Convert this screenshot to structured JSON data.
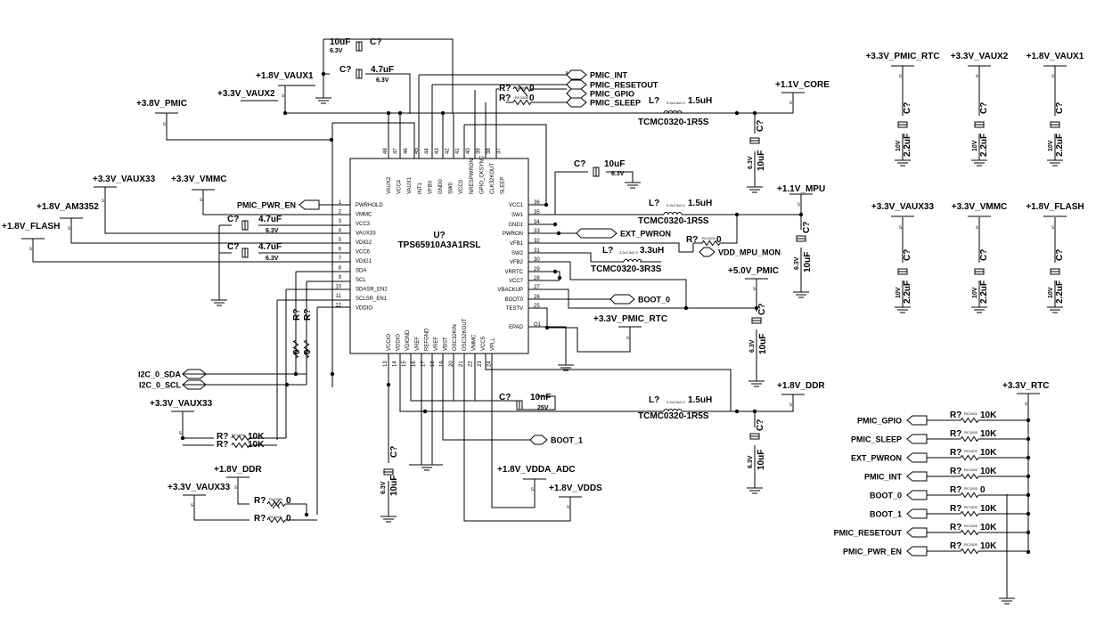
{
  "ic": {
    "refdes": "U?",
    "part": "TPS65910A3A1RSL",
    "left_pins": [
      {
        "num": "1",
        "name": "PWRHOLD"
      },
      {
        "num": "2",
        "name": "VMMC"
      },
      {
        "num": "3",
        "name": "VCC3"
      },
      {
        "num": "4",
        "name": "VAUX33"
      },
      {
        "num": "5",
        "name": "VDIG2"
      },
      {
        "num": "6",
        "name": "VCC6"
      },
      {
        "num": "7",
        "name": "VDIG1"
      },
      {
        "num": "8",
        "name": "SDA"
      },
      {
        "num": "9",
        "name": "SCL"
      },
      {
        "num": "10",
        "name": "SDASR_EN2"
      },
      {
        "num": "11",
        "name": "SCLSR_EN1"
      },
      {
        "num": "12",
        "name": "VDDIO"
      }
    ],
    "right_pins": [
      {
        "num": "36",
        "name": "VCC1"
      },
      {
        "num": "35",
        "name": "SW1"
      },
      {
        "num": "34",
        "name": "GND1"
      },
      {
        "num": "33",
        "name": "PWRON"
      },
      {
        "num": "32",
        "name": "VFB1"
      },
      {
        "num": "31",
        "name": "SW2"
      },
      {
        "num": "30",
        "name": "VFB2"
      },
      {
        "num": "29",
        "name": "VRRTC"
      },
      {
        "num": "28",
        "name": "VCC7"
      },
      {
        "num": "27",
        "name": "VBACKUP"
      },
      {
        "num": "26",
        "name": "BOOT0"
      },
      {
        "num": "25",
        "name": "TESTV"
      },
      {
        "num": "Q1",
        "name": "EPAD"
      }
    ],
    "top_pins": [
      {
        "num": "48",
        "name": "VAUX2"
      },
      {
        "num": "47",
        "name": "VCC4"
      },
      {
        "num": "46",
        "name": "VAUX1"
      },
      {
        "num": "45",
        "name": "INT1"
      },
      {
        "num": "44",
        "name": "VFB0"
      },
      {
        "num": "43",
        "name": "GND0"
      },
      {
        "num": "42",
        "name": "SW0"
      },
      {
        "num": "41",
        "name": "VCC0"
      },
      {
        "num": "40",
        "name": "NRESPWRON"
      },
      {
        "num": "39",
        "name": "GPIO_CKSYNC"
      },
      {
        "num": "38",
        "name": "CLK32KOUT"
      },
      {
        "num": "37",
        "name": "SLEEP"
      }
    ],
    "bottom_pins": [
      {
        "num": "13",
        "name": "VCCIO"
      },
      {
        "num": "14",
        "name": "VDDIO"
      },
      {
        "num": "15",
        "name": "VDIGND"
      },
      {
        "num": "16",
        "name": "VREF"
      },
      {
        "num": "17",
        "name": "REFGND"
      },
      {
        "num": "18",
        "name": "VREF"
      },
      {
        "num": "19",
        "name": "VBST"
      },
      {
        "num": "20",
        "name": "OSC32KIN"
      },
      {
        "num": "21",
        "name": "OSC32KOUT"
      },
      {
        "num": "22",
        "name": "VMMC"
      },
      {
        "num": "23",
        "name": "VCC5"
      },
      {
        "num": "24",
        "name": "VPLL"
      }
    ]
  },
  "power_labels": {
    "vaux1_top": "+1.8V_VAUX1",
    "vaux2": "+3.3V_VAUX2",
    "pmic": "+3.8V_PMIC",
    "vaux33_left": "+3.3V_VAUX33",
    "vmmc_left": "+3.3V_VMMC",
    "am3352": "+1.8V_AM3352",
    "flash_left": "+1.8V_FLASH",
    "core": "+1.1V_CORE",
    "mpu": "+1.1V_MPU",
    "pmic5": "+5.0V_PMIC",
    "pmic_rtc_mid": "+3.3V_PMIC_RTC",
    "ddr_right": "+1.8V_DDR",
    "vaux33_i2c": "+3.3V_VAUX33",
    "ddr_left": "+1.8V_DDR",
    "vaux33_bottom": "+3.3V_VAUX33",
    "vdda_adc": "+1.8V_VDDA_ADC",
    "vdds": "+1.8V_VDDS",
    "rtc": "+3.3V_RTC"
  },
  "ports": {
    "pmic_int": "PMIC_INT",
    "pmic_resetout": "PMIC_RESETOUT",
    "pmic_gpio": "PMIC_GPIO",
    "pmic_sleep": "PMIC_SLEEP",
    "pmic_pwr_en": "PMIC_PWR_EN",
    "ext_pwron": "EXT_PWRON",
    "vdd_mpu_mon": "VDD_MPU_MON",
    "boot0": "BOOT_0",
    "boot1": "BOOT_1",
    "i2c_sda": "I2C_0_SDA",
    "i2c_scl": "I2C_0_SCL"
  },
  "components": {
    "c_top_a": {
      "ref": "C?",
      "value": "10uF",
      "voltage": "6.3V"
    },
    "c_top_b": {
      "ref": "C?",
      "value": "4.7uF",
      "voltage": "6.3V"
    },
    "c_vcc3": {
      "ref": "C?",
      "value": "4.7uF",
      "voltage": "6.3V"
    },
    "c_vcc6": {
      "ref": "C?",
      "value": "4.7uF",
      "voltage": "6.3V"
    },
    "c_gnd1": {
      "ref": "C?",
      "value": "10uF",
      "voltage": "6.3V"
    },
    "c_core": {
      "ref": "C?",
      "value": "10uF",
      "voltage": "6.3V"
    },
    "c_mpu": {
      "ref": "C?",
      "value": "10uF",
      "voltage": "6.3V"
    },
    "c_5v": {
      "ref": "C?",
      "value": "10uF",
      "voltage": "6.3V"
    },
    "c_ddr": {
      "ref": "C?",
      "value": "10uF",
      "voltage": "6.3V"
    },
    "c_vbst": {
      "ref": "C?",
      "value": "10nF",
      "voltage": "25V"
    },
    "c_vccio": {
      "ref": "C?",
      "value": "10uF",
      "voltage": "6.3V"
    },
    "l_core": {
      "ref": "L?",
      "value": "1.5uH",
      "part": "TCMC0320-1R5S",
      "pkg": "3.2x2.5x2.0"
    },
    "l_mpu": {
      "ref": "L?",
      "value": "1.5uH",
      "part": "TCMC0320-1R5S",
      "pkg": "3.2x2.5x2.0"
    },
    "l_sw2": {
      "ref": "L?",
      "value": "3.3uH",
      "part": "TCMC0320-3R3S",
      "pkg": "3.2x2.5x2.0"
    },
    "l_ddr": {
      "ref": "L?",
      "value": "1.5uH",
      "part": "TCMC0320-1R5S",
      "pkg": "3.2x2.5x2.0"
    },
    "r_top1": {
      "ref": "R?",
      "value": "0",
      "pkg": "RC1005"
    },
    "r_top2": {
      "ref": "R?",
      "value": "0",
      "pkg": "RC1005"
    },
    "r_mon": {
      "ref": "R?",
      "value": "0",
      "pkg": "RC1005"
    },
    "r_i2c1": {
      "ref": "R?",
      "value": "0",
      "pkg": "RC1005"
    },
    "r_i2c2": {
      "ref": "R?",
      "value": "0",
      "pkg": "RC1005"
    },
    "r_pu1": {
      "ref": "R?",
      "value": "10K",
      "pkg": "RC1005"
    },
    "r_pu2": {
      "ref": "R?",
      "value": "10K",
      "pkg": "RC1005"
    },
    "r_ddr1": {
      "ref": "R?",
      "value": "0",
      "pkg": "RC1005"
    },
    "r_ddr2": {
      "ref": "R?",
      "value": "0",
      "pkg": "RC1005"
    }
  },
  "decoupling": [
    {
      "rail": "+3.3V_PMIC_RTC",
      "ref": "C?",
      "value": "2.2uF",
      "voltage": "10V"
    },
    {
      "rail": "+3.3V_VAUX2",
      "ref": "C?",
      "value": "2.2uF",
      "voltage": "10V"
    },
    {
      "rail": "+1.8V_VAUX1",
      "ref": "C?",
      "value": "2.2uF",
      "voltage": "10V"
    },
    {
      "rail": "+3.3V_VAUX33",
      "ref": "C?",
      "value": "2.2uF",
      "voltage": "10V"
    },
    {
      "rail": "+3.3V_VMMC",
      "ref": "C?",
      "value": "2.2uF",
      "voltage": "10V"
    },
    {
      "rail": "+1.8V_FLASH",
      "ref": "C?",
      "value": "2.2uF",
      "voltage": "10V"
    }
  ],
  "pullups": [
    {
      "net": "PMIC_GPIO",
      "ref": "R?",
      "value": "10K"
    },
    {
      "net": "PMIC_SLEEP",
      "ref": "R?",
      "value": "10K"
    },
    {
      "net": "EXT_PWRON",
      "ref": "R?",
      "value": "10K"
    },
    {
      "net": "PMIC_INT",
      "ref": "R?",
      "value": "10K"
    },
    {
      "net": "BOOT_0",
      "ref": "R?",
      "value": "0"
    },
    {
      "net": "BOOT_1",
      "ref": "R?",
      "value": "10K"
    },
    {
      "net": "PMIC_RESETOUT",
      "ref": "R?",
      "value": "10K"
    },
    {
      "net": "PMIC_PWR_EN",
      "ref": "R?",
      "value": "10K"
    }
  ],
  "misc": {
    "s_marker": "s",
    "rc_pkg": "RC1005",
    "l_pkg": "3.2x2.5x2.0"
  }
}
